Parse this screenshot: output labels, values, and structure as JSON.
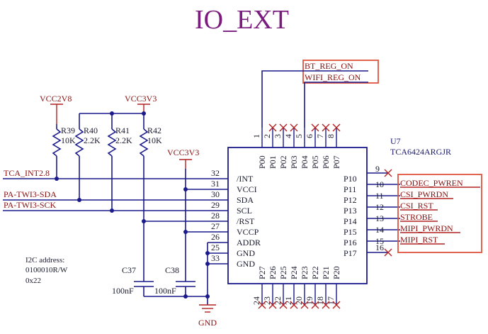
{
  "title": "IO_EXT",
  "ic": {
    "ref": "U7",
    "part": "TCA6424ARGJR",
    "left_pins": [
      {
        "num": "32",
        "name": "/INT"
      },
      {
        "num": "31",
        "name": "VCCI"
      },
      {
        "num": "30",
        "name": "SDA"
      },
      {
        "num": "29",
        "name": "SCL"
      },
      {
        "num": "28",
        "name": "/RST"
      },
      {
        "num": "27",
        "name": "VCCP"
      },
      {
        "num": "26",
        "name": "ADDR"
      },
      {
        "num": "25",
        "name": "GND"
      },
      {
        "num": "33",
        "name": "GND"
      }
    ],
    "top_pins": [
      {
        "num": "1",
        "name": "P00"
      },
      {
        "num": "2",
        "name": "P01"
      },
      {
        "num": "3",
        "name": "P02"
      },
      {
        "num": "4",
        "name": "P03"
      },
      {
        "num": "5",
        "name": "P04"
      },
      {
        "num": "6",
        "name": "P05"
      },
      {
        "num": "7",
        "name": "P06"
      },
      {
        "num": "8",
        "name": "P07"
      }
    ],
    "right_pins": [
      {
        "num": "9",
        "name": "P10"
      },
      {
        "num": "10",
        "name": "P11"
      },
      {
        "num": "11",
        "name": "P12"
      },
      {
        "num": "12",
        "name": "P13"
      },
      {
        "num": "13",
        "name": "P14"
      },
      {
        "num": "14",
        "name": "P15"
      },
      {
        "num": "15",
        "name": "P16"
      },
      {
        "num": "16",
        "name": "P17"
      }
    ],
    "bottom_pins": [
      {
        "num": "24",
        "name": "P27"
      },
      {
        "num": "23",
        "name": "P26"
      },
      {
        "num": "22",
        "name": "P25"
      },
      {
        "num": "21",
        "name": "P24"
      },
      {
        "num": "20",
        "name": "P23"
      },
      {
        "num": "19",
        "name": "P22"
      },
      {
        "num": "18",
        "name": "P21"
      },
      {
        "num": "17",
        "name": "P20"
      }
    ]
  },
  "net_labels": {
    "bt_reg_on": "BT_REG_ON",
    "wifi_reg_on": "WIFI_REG_ON",
    "codec_pwren": "CODEC_PWREN",
    "csi_pwrdn": "CSI_PWRDN",
    "csi_rst": "CSI_RST",
    "strobe": "STROBE",
    "mipi_pwrdn": "MIPI_PWRDN",
    "mipi_rst": "MIPI_RST",
    "tca_int": "TCA_INT2.8",
    "twi_sda": "PA-TWI3-SDA",
    "twi_sck": "PA-TWI3-SCK"
  },
  "power": {
    "vcc2v8": "VCC2V8",
    "vcc3v3_a": "VCC3V3",
    "vcc3v3_b": "VCC3V3",
    "gnd": "GND"
  },
  "resistors": [
    {
      "ref": "R39",
      "value": "10K"
    },
    {
      "ref": "R40",
      "value": "2.2K"
    },
    {
      "ref": "R41",
      "value": "2.2K"
    },
    {
      "ref": "R42",
      "value": "10K"
    }
  ],
  "capacitors": [
    {
      "ref": "C37",
      "value": "100nF"
    },
    {
      "ref": "C38",
      "value": "100nF"
    }
  ],
  "note": {
    "line1": "I2C address:",
    "line2": "0100010R/W",
    "line3": "0x22"
  },
  "colors": {
    "wire": "#1a1a8c",
    "net_label": "#8b0f0f",
    "title": "#7a1c7e",
    "highlight_box": "#e0533d"
  }
}
